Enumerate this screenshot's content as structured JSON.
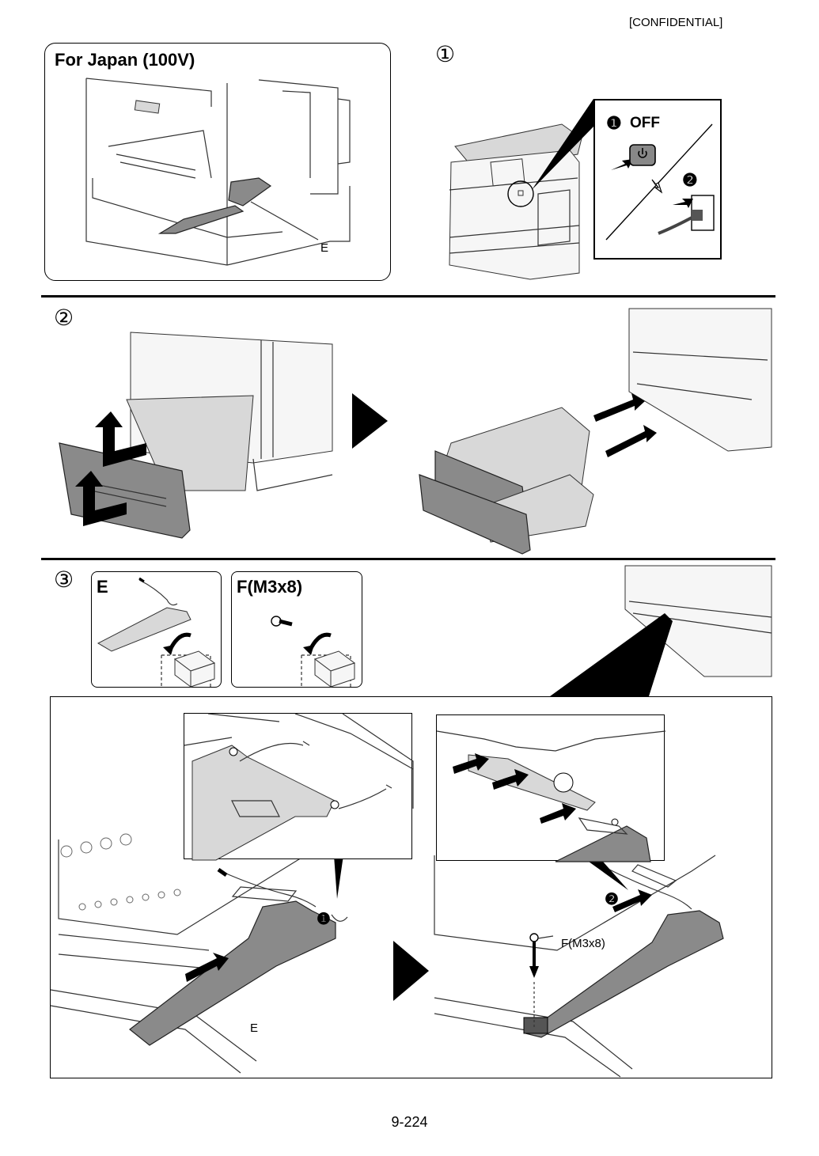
{
  "header": {
    "confidential": "[CONFIDENTIAL]"
  },
  "japan_panel": {
    "title": "For Japan (100V)",
    "part_label": "E"
  },
  "step1": {
    "number": "①",
    "callout": {
      "off_label": "OFF",
      "badge1": "❶",
      "badge2": "❷"
    }
  },
  "step2": {
    "number": "②"
  },
  "step3": {
    "number": "③",
    "parts": [
      {
        "title": "E"
      },
      {
        "title": "F(M3x8)"
      }
    ],
    "main": {
      "left_part_label": "E",
      "left_badge": "❶",
      "right_badge": "❷",
      "right_screw_label": "F(M3x8)"
    }
  },
  "footer": {
    "page_number": "9-224"
  },
  "colors": {
    "part_gray": "#8a8a8a",
    "line": "#000000"
  }
}
